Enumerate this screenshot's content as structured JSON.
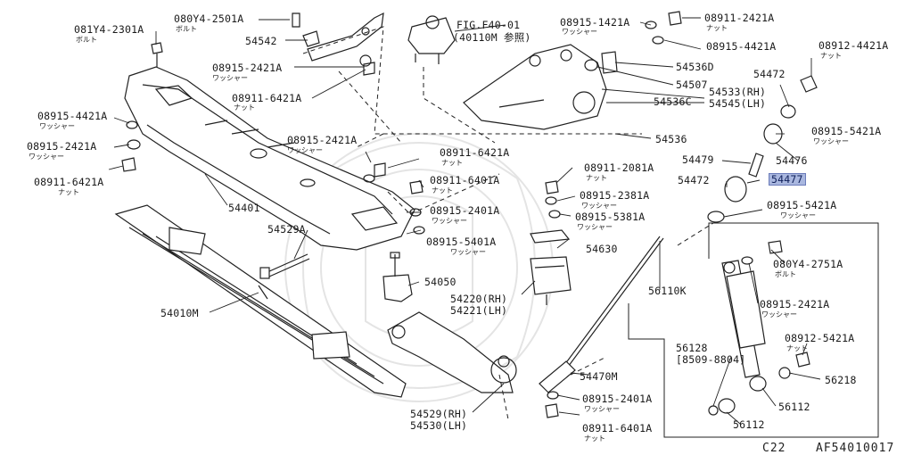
{
  "labels": {
    "l081Y42301A": "081Y4-2301A",
    "s_bolt1": "ボルト",
    "l080Y42501A": "080Y4-2501A",
    "s_bolt2": "ボルト",
    "l54542": "54542",
    "lFig": "FIG.F40-01",
    "lFigSub": "(40110M 参照)",
    "l08915_1421A": "08915-1421A",
    "s_washer1": "ワッシャー",
    "l08911_2421A_top": "08911-2421A",
    "s_nut1": "ナット",
    "l08915_4421A_top": "08915-4421A",
    "l08912_4421A": "08912-4421A",
    "s_nut2": "ナット",
    "l08915_2421A_mid": "08915-2421A",
    "s_washer2": "ワッシャー",
    "l08911_6421A_mid": "08911-6421A",
    "s_nut3": "ナット",
    "l54536D": "54536D",
    "l54507": "54507",
    "l54533RH": "54533(RH)",
    "l54545LH": "54545(LH)",
    "l54536C": "54536C",
    "l54536": "54536",
    "l54472_top": "54472",
    "l08915_5421A_r": "08915-5421A",
    "s_washer3": "ワッシャー",
    "l08915_4421A_left": "08915-4421A",
    "s_washer4": "ワッシャー",
    "l08915_2421A_left": "08915-2421A",
    "s_washer5": "ワッシャー",
    "l08911_6421A_left": "08911-6421A",
    "s_nut4": "ナット",
    "l08915_2421A_c": "08915-2421A",
    "s_washer6": "ワッシャー",
    "l08911_6421A_c": "08911-6421A",
    "s_nut5": "ナット",
    "l08911_6401A_c": "08911-6401A",
    "s_nut6": "ナット",
    "l08915_2401A_c": "08915-2401A",
    "s_washer7": "ワッシャー",
    "l08915_5401A": "08915-5401A",
    "s_washer8": "ワッシャー",
    "l08911_2081A": "08911-2081A",
    "s_nut7": "ナット",
    "l08915_2381A": "08915-2381A",
    "s_washer9": "ワッシャー",
    "l08915_5381A": "08915-5381A",
    "s_washer10": "ワッシャー",
    "l54479": "54479",
    "l54476": "54476",
    "l54472_mid": "54472",
    "l54477": "54477",
    "l08915_5421A_mid": "08915-5421A",
    "s_washer11": "ワッシャー",
    "l54401": "54401",
    "l54529A": "54529A",
    "l54630": "54630",
    "l080Y4_2751A": "080Y4-2751A",
    "s_bolt3": "ボルト",
    "l54050": "54050",
    "l54220RH": "54220(RH)",
    "l54221LH": "54221(LH)",
    "l56110K": "56110K",
    "l08915_2421A_r": "08915-2421A",
    "s_washer12": "ワッシャー",
    "l54010M": "54010M",
    "l56128": "56128",
    "l8509_8804": "[8509-8804]",
    "l08912_5421A": "08912-5421A",
    "s_nut8": "ナット",
    "l56218": "56218",
    "l54470M": "54470M",
    "l08915_2401A_b": "08915-2401A",
    "s_washer13": "ワッシャー",
    "l08911_6401A_b": "08911-6401A",
    "s_nut9": "ナット",
    "l54529RH": "54529(RH)",
    "l54530LH": "54530(LH)",
    "l56112_a": "56112",
    "l56112_b": "56112"
  },
  "footer": {
    "model": "C22",
    "ref": "AF54010017"
  },
  "colors": {
    "ink": "#1a1a1a",
    "highlight": "#a9b7df",
    "highlight_border": "#6b7cba"
  }
}
